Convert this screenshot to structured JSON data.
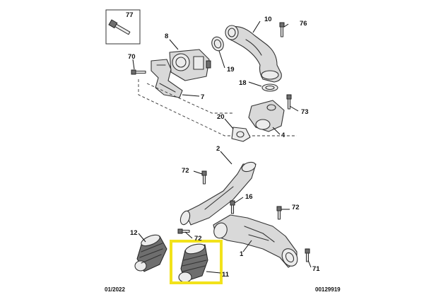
{
  "callouts": {
    "c77": "77",
    "c10": "10",
    "c76": "76",
    "c8": "8",
    "c70": "70",
    "c19": "19",
    "c18": "18",
    "c7": "7",
    "c73": "73",
    "c20": "20",
    "c4": "4",
    "c2": "2",
    "c72a": "72",
    "c16": "16",
    "c72b": "72",
    "c12": "12",
    "c72c": "72",
    "c1": "1",
    "c11": "11",
    "c71": "71"
  },
  "footer": {
    "date": "01/2022",
    "ref": "00129919"
  },
  "colors": {
    "highlight": "#f2e21b",
    "line": "#333333"
  },
  "highlighted_part": "11"
}
